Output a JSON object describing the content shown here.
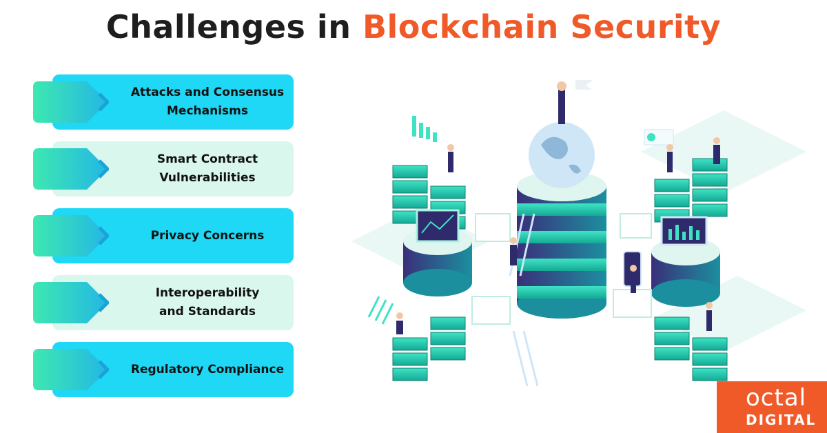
{
  "title": {
    "part1": "Challenges in",
    "part2": "Blockchain Security"
  },
  "colors": {
    "accent": "#f05a28",
    "cyan_card": "#1ed8f5",
    "mint_card": "#d9f7ec",
    "teal": "#19c2a8",
    "navy": "#2e2a6b"
  },
  "challenges": [
    {
      "label": "Attacks and Consensus\nMechanisms",
      "style": "cyan"
    },
    {
      "label": "Smart Contract\nVulnerabilities",
      "style": "mint"
    },
    {
      "label": "Privacy Concerns",
      "style": "cyan"
    },
    {
      "label": "Interoperability\nand Standards",
      "style": "mint"
    },
    {
      "label": "Regulatory Compliance",
      "style": "cyan"
    }
  ],
  "illustration": {
    "icon": "blockchain-server-isometric-illustration"
  },
  "logo": {
    "line1": "octal",
    "line2": "DIGITAL"
  }
}
